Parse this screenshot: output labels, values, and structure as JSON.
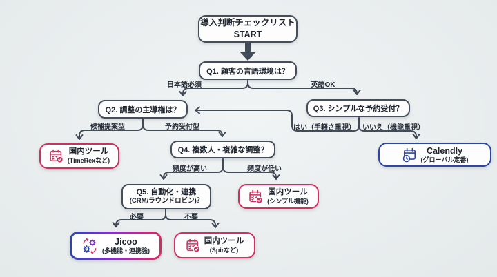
{
  "colors": {
    "background": "#eaeeef",
    "line": "#424b58",
    "box_border_dark": "#454e5b",
    "accent_red": "#d22e5e",
    "accent_blue": "#2b45a8",
    "accent_purple": "#8333c4",
    "text": "#1d232c"
  },
  "nodes": {
    "start": {
      "line1": "導入判断チェックリスト",
      "line2": "START"
    },
    "q1": {
      "label": "Q1. 顧客の言語環境は？"
    },
    "q2": {
      "label": "Q2. 調整の主導権は？"
    },
    "q3": {
      "label": "Q3. シンプルな予約受付？"
    },
    "q4": {
      "label": "Q4. 複数人・複雑な調整？"
    },
    "q5": {
      "line1": "Q5. 自動化・連携",
      "line2": "(CRM/ラウンドロビン)？"
    },
    "timerex": {
      "title": "国内ツール",
      "subtitle": "(TimeRexなど)",
      "icon": "calendar-check-icon"
    },
    "calendly": {
      "title": "Calendly",
      "subtitle": "(グローバル定番)",
      "icon": "calendar-clock-icon"
    },
    "domestic_simple": {
      "title": "国内ツール",
      "subtitle": "(シンプル機能)",
      "icon": "calendar-check-icon"
    },
    "jicoo": {
      "title": "Jicoo",
      "subtitle": "(多機能・連携強)",
      "icon": "gears-sync-icon"
    },
    "spir": {
      "title": "国内ツール",
      "subtitle": "(Spirなど)",
      "icon": "calendar-check-icon"
    }
  },
  "edge_labels": {
    "q1_left": "日本語必須",
    "q1_right": "英語OK",
    "q2_left": "候補提案型",
    "q2_right": "予約受付型",
    "q3_left": "はい（手軽さ重視）",
    "q3_right": "いいえ（機能重視）",
    "q4_left": "頻度が高い",
    "q4_right": "頻度が低い",
    "q5_left": "必要",
    "q5_right": "不要"
  }
}
